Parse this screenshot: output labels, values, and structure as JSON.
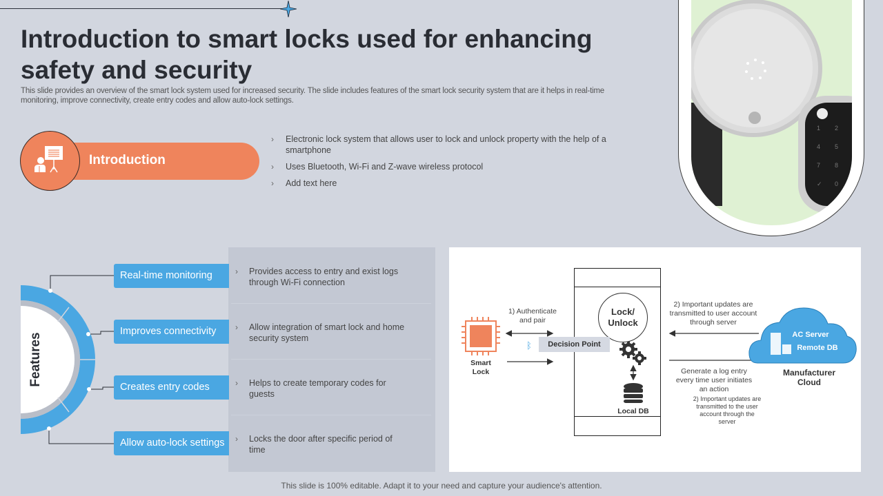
{
  "slide": {
    "title": "Introduction to smart locks used for enhancing safety and security",
    "subtitle": "This slide provides an overview of the smart lock system used for increased security. The slide includes features of the smart lock security system that are it helps in real-time monitoring, improve connectivity, create entry codes and allow auto-lock settings.",
    "footer": "This slide is 100% editable. Adapt it to your need and capture your audience's attention."
  },
  "colors": {
    "accent_orange": "#ef845c",
    "accent_blue": "#4aa7e2",
    "background": "#d2d6df",
    "panel": "#c3c8d3"
  },
  "introduction": {
    "label": "Introduction",
    "icon": "presentation-icon",
    "bullet_glyph": "›",
    "bullets": [
      "Electronic lock system that allows user to lock and unlock property with the help of a smartphone",
      "Uses Bluetooth, Wi-Fi and Z-wave  wireless protocol",
      "Add text here"
    ]
  },
  "features": {
    "label": "Features",
    "items": [
      {
        "title": "Real-time monitoring",
        "description": "Provides  access to entry and exist logs through Wi-Fi connection"
      },
      {
        "title": "Improves connectivity",
        "description": "Allow integration  of smart lock and home security system"
      },
      {
        "title": "Creates entry codes",
        "description": "Helps to create temporary codes for guests"
      },
      {
        "title": "Allow auto-lock settings",
        "description": "Locks the door after  specific period of time"
      }
    ]
  },
  "diagram": {
    "smart_lock_label_1": "Smart",
    "smart_lock_label_2": "Lock",
    "authenticate_1": "1) Authenticate",
    "authenticate_2": "and pair",
    "decision_point": "Decision Point",
    "lock_unlock_1": "Lock/",
    "lock_unlock_2": "Unlock",
    "local_db": "Local DB",
    "updates_top_1": "2) Important  updates are",
    "updates_top_2": "transmitted to user account",
    "updates_top_3": "through server",
    "log_entry_1": "Generate a log entry",
    "log_entry_2": "every time user initiates",
    "log_entry_3": "an action",
    "updates_bottom_1": "2) Important updates are",
    "updates_bottom_2": "transmitted to the user",
    "updates_bottom_3": "account through  the",
    "updates_bottom_4": "server",
    "ac_server": "AC Server",
    "remote_db": "Remote DB",
    "cloud_label_1": "Manufacturer",
    "cloud_label_2": "Cloud"
  }
}
